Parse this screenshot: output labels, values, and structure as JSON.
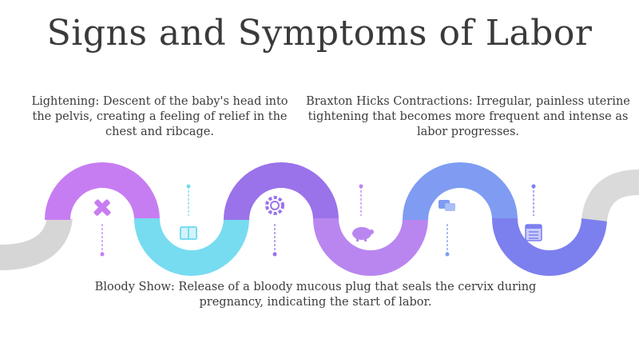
{
  "title": "Signs and Symptoms of Labor",
  "notes": {
    "lightening": "Lightening: Descent of the baby's head into the pelvis, creating a feeling of relief in the chest and ribcage.",
    "braxton": "Braxton Hicks Contractions: Irregular, painless uterine tightening that becomes more frequent and intense as labor progresses.",
    "bloody_show": "Bloody Show: Release of a bloody mucous plug that seals the cervix during pregnancy, indicating the start of labor."
  },
  "icons": [
    "cross-icon",
    "book-icon",
    "gear-icon",
    "piggy-bank-icon",
    "chat-icon",
    "calendar-icon"
  ],
  "colors": {
    "gray": "#d6d6d6",
    "violet": "#c77df2",
    "cyan": "#77dcf0",
    "purple": "#9a72ea",
    "blue": "#7f9cf2",
    "indigo": "#7c80ee"
  }
}
